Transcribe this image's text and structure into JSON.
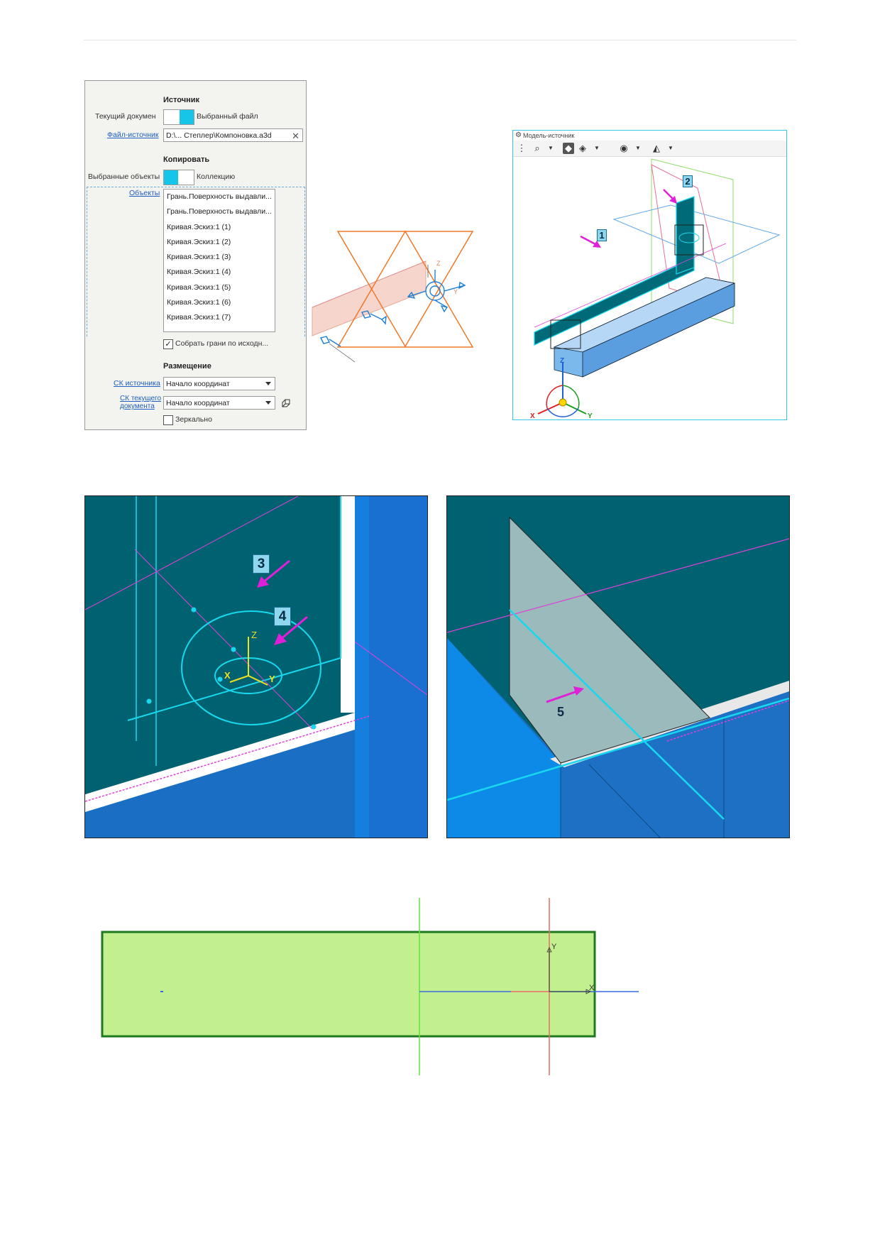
{
  "panel": {
    "source_heading": "Источник",
    "current_doc_label": "Текущий докумен",
    "selected_file_label": "Выбранный файл",
    "source_file_link": "Файл-источник",
    "source_file_value": "D:\\... Степлер\\Компоновка.a3d",
    "copy_heading": "Копировать",
    "selected_objects_label": "Выбранные объекты",
    "collection_label": "Коллекцию",
    "objects_link": "Объекты",
    "objects": [
      "Грань.Поверхность выдавли...",
      "Грань.Поверхность выдавли...",
      "Кривая.Эскиз:1 (1)",
      "Кривая.Эскиз:1 (2)",
      "Кривая.Эскиз:1 (3)",
      "Кривая.Эскиз:1 (4)",
      "Кривая.Эскиз:1 (5)",
      "Кривая.Эскиз:1 (6)",
      "Кривая.Эскиз:1 (7)"
    ],
    "collect_faces_label": "Собрать грани по исходн...",
    "collect_faces_checked": true,
    "placement_heading": "Размещение",
    "cs_source_link": "СК источника",
    "cs_source_value": "Начало координат",
    "cs_current_link_1": "СК текущего",
    "cs_current_link_2": "документа",
    "cs_current_value": "Начало координат",
    "mirror_label": "Зеркально",
    "mirror_checked": false
  },
  "model_window": {
    "title": "Модель-источник",
    "markers": [
      "1",
      "2"
    ],
    "axes": {
      "x": "X",
      "y": "Y",
      "z": "Z"
    }
  },
  "small_axis_labels": {
    "z": "Z",
    "y": "Y"
  },
  "detail_left": {
    "markers": [
      "3",
      "4"
    ],
    "axes": {
      "x": "X",
      "y": "Y",
      "z": "Z"
    }
  },
  "detail_right": {
    "markers": [
      "5"
    ]
  },
  "sketch": {
    "axes": {
      "x": "X",
      "y": "Y"
    }
  },
  "colors": {
    "accent_cyan": "#17c4ea",
    "teal_face": "#006270",
    "blue_body": "#2a78c8",
    "magenta_arrow": "#e020d8",
    "sketch_fill": "#c2f08e",
    "sketch_border": "#1f7a1f"
  }
}
